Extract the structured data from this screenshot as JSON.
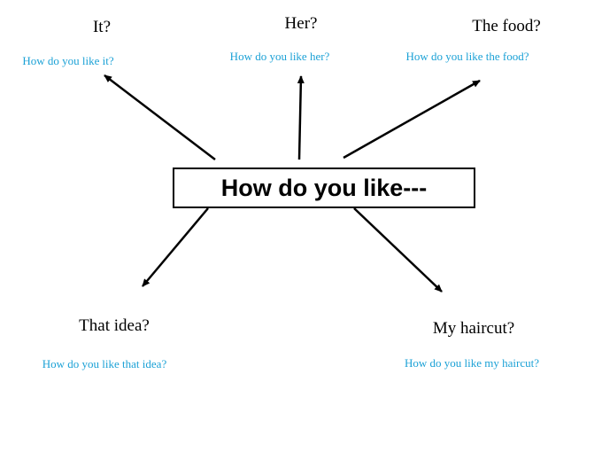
{
  "center": {
    "text": "How do you like---"
  },
  "colors": {
    "text": "#000000",
    "sub_text": "#1ba1d6",
    "arrow": "#000000"
  },
  "branches": [
    {
      "label": "It?",
      "question": "How do you like it?"
    },
    {
      "label": "Her?",
      "question": "How do you like her?"
    },
    {
      "label": "The food?",
      "question": "How do you like the food?"
    },
    {
      "label": "That idea?",
      "question": "How do you like that idea?"
    },
    {
      "label": "My haircut?",
      "question": "How do you like my haircut?"
    }
  ]
}
